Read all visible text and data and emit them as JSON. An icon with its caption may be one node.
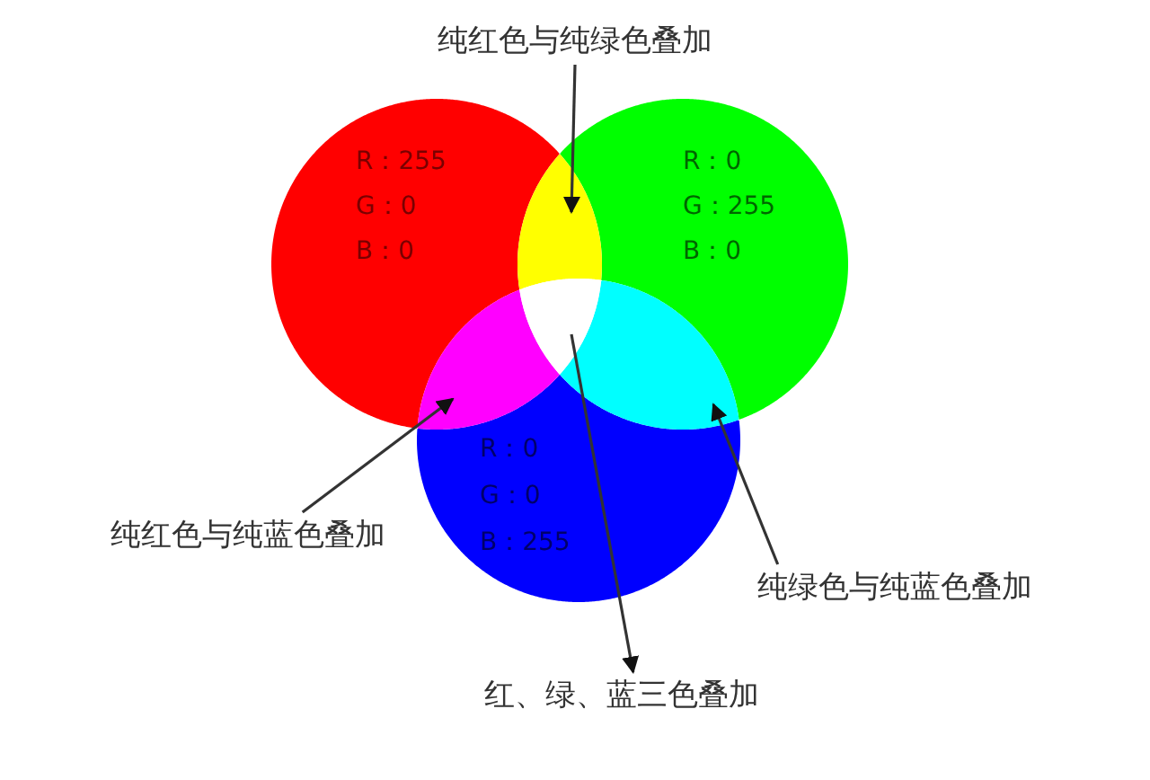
{
  "diagram": {
    "nodes": [
      {
        "text": [
          "纯红色与纯绿色叠加"
        ]
      },
      {
        "text": [
          "R：255",
          "G：0",
          "B：0"
        ]
      },
      {
        "text": [
          "R：0",
          "G：255",
          "B：0"
        ]
      },
      {
        "text": [
          "R：0",
          "G：0",
          "B：255"
        ]
      },
      {
        "text": [],
        "shape": "lens"
      },
      {
        "text": [],
        "shape": "lens"
      },
      {
        "text": [],
        "shape": "lens"
      },
      {
        "text": [],
        "shape": "lens"
      },
      {
        "text": [
          "纯红色与纯蓝色叠加"
        ]
      },
      {
        "text": [
          "纯绿色与纯蓝色叠加"
        ]
      },
      {
        "text": [
          "红、绿、蓝三色叠加"
        ]
      }
    ],
    "edges": [
      {
        "from": 0,
        "to": 4,
        "arrow": "to"
      },
      {
        "from": 8,
        "to": 5,
        "arrow": "to"
      },
      {
        "from": 9,
        "to": 6,
        "arrow": "to"
      },
      {
        "from": 7,
        "to": 10,
        "arrow": "to"
      }
    ]
  }
}
